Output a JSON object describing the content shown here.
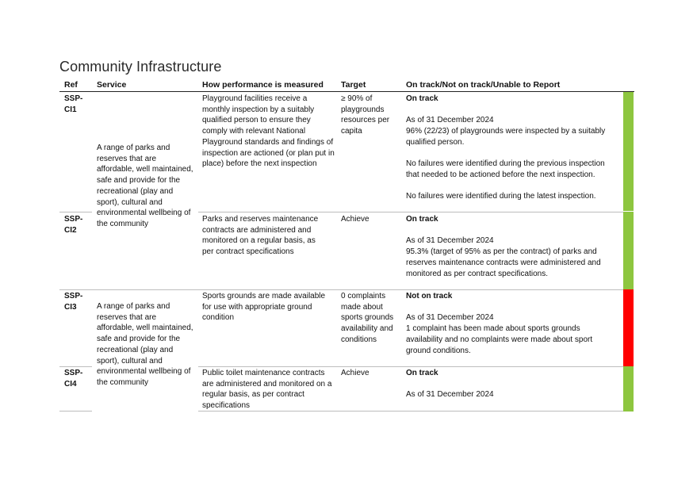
{
  "title": "Community Infrastructure",
  "headers": {
    "ref": "Ref",
    "service": "Service",
    "measure": "How performance is measured",
    "target": "Target",
    "status": "On track/Not on track/Unable to Report"
  },
  "service_text_1": "A range of parks and reserves that are affordable, well maintained, safe and provide for the recreational (play and sport), cultural and environmental wellbeing of the community",
  "service_text_2": "A range of parks and reserves that are affordable, well maintained, safe and provide for the recreational (play and sport), cultural and environmental wellbeing of the community",
  "rows": [
    {
      "ref": "SSP-CI1",
      "measure": "Playground facilities receive a monthly inspection by a suitably qualified person to ensure they comply with relevant National Playground standards and findings of inspection are actioned (or plan put in place) before the next inspection",
      "target": "≥ 90% of playgrounds resources per capita",
      "status": "On track",
      "status_color": "#8dc63f",
      "details": [
        "As of 31 December 2024",
        "96% (22/23) of playgrounds were inspected by a suitably qualified person.",
        "No failures were identified during the previous inspection that needed to be actioned before the next inspection.",
        "No failures were identified during the latest inspection."
      ]
    },
    {
      "ref": "SSP-CI2",
      "measure": "Parks and reserves maintenance contracts are administered and monitored on a regular basis, as per contract specifications",
      "target": "Achieve",
      "status": "On track",
      "status_color": "#8dc63f",
      "details": [
        "As of 31 December 2024",
        "95.3% (target of 95% as per the contract) of parks and reserves maintenance contracts were administered and monitored as per contract specifications."
      ]
    },
    {
      "ref": "SSP-CI3",
      "measure": "Sports grounds are made available for use with appropriate ground condition",
      "target": "0 complaints made about sports grounds availability and conditions",
      "status": "Not on track",
      "status_color": "#ff0000",
      "details": [
        "As of 31 December 2024",
        "1 complaint has been made about sports grounds availability and no complaints were made about sport ground conditions."
      ]
    },
    {
      "ref": "SSP-CI4",
      "measure": "Public toilet maintenance contracts are administered and monitored on a regular basis, as per contract specifications",
      "target": "Achieve",
      "status": "On track",
      "status_color": "#8dc63f",
      "details": [
        "As of 31 December 2024"
      ]
    }
  ]
}
